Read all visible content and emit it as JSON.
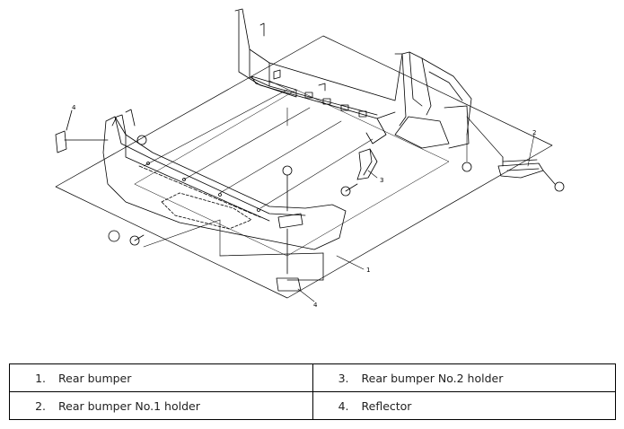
{
  "callouts": [
    {
      "id": "reflector-left",
      "text": "4"
    },
    {
      "id": "holder-no1",
      "text": "2"
    },
    {
      "id": "holder-no2",
      "text": "3"
    },
    {
      "id": "rear-bumper",
      "text": "1"
    },
    {
      "id": "reflector-bottom",
      "text": "4"
    }
  ],
  "legend": [
    {
      "number": "1.",
      "label": "Rear bumper"
    },
    {
      "number": "3.",
      "label": "Rear bumper No.2 holder"
    },
    {
      "number": "2.",
      "label": "Rear bumper No.1 holder"
    },
    {
      "number": "4.",
      "label": "Reflector"
    }
  ]
}
